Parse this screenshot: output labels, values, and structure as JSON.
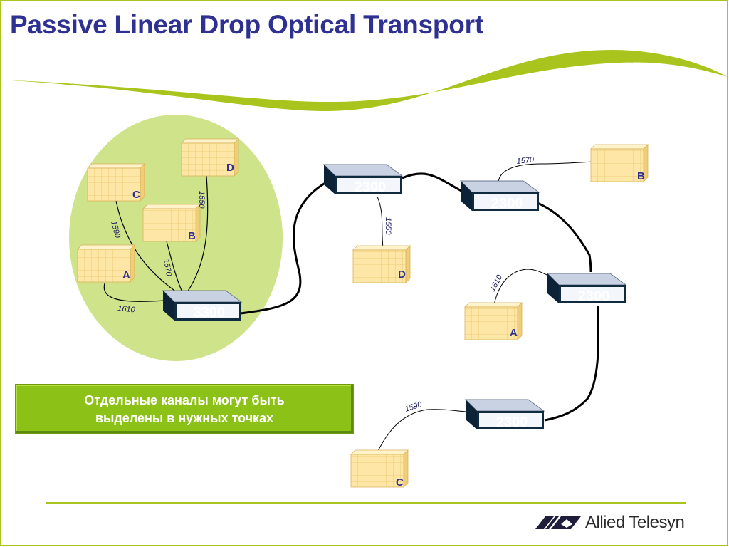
{
  "slide": {
    "title": "Passive Linear Drop Optical Transport",
    "note_line1": "Отдельные каналы могут быть",
    "note_line2": "выделены в нужных точках",
    "logo_text": "Allied Telesyn",
    "colors": {
      "title": "#2e3192",
      "accent_green": "#a9c41c",
      "circle_fill": "#cfe38a",
      "note_fill": "#8cc217",
      "switch_body": "#102a3f",
      "site_fill": "#fde6a6"
    }
  },
  "diagram": {
    "hub": {
      "label": "3300"
    },
    "switches": [
      {
        "label": "2300"
      },
      {
        "label": "2300"
      },
      {
        "label": "2300"
      },
      {
        "label": "2300"
      }
    ],
    "hub_sites": [
      {
        "label": "D",
        "wavelength": "1550"
      },
      {
        "label": "C",
        "wavelength": "1590"
      },
      {
        "label": "B",
        "wavelength": "1570"
      },
      {
        "label": "A",
        "wavelength": "1610"
      }
    ],
    "drop_sites": [
      {
        "label": "D",
        "wavelength": "1550"
      },
      {
        "label": "B",
        "wavelength": "1570"
      },
      {
        "label": "A",
        "wavelength": "1610"
      },
      {
        "label": "C",
        "wavelength": "1590"
      }
    ]
  }
}
